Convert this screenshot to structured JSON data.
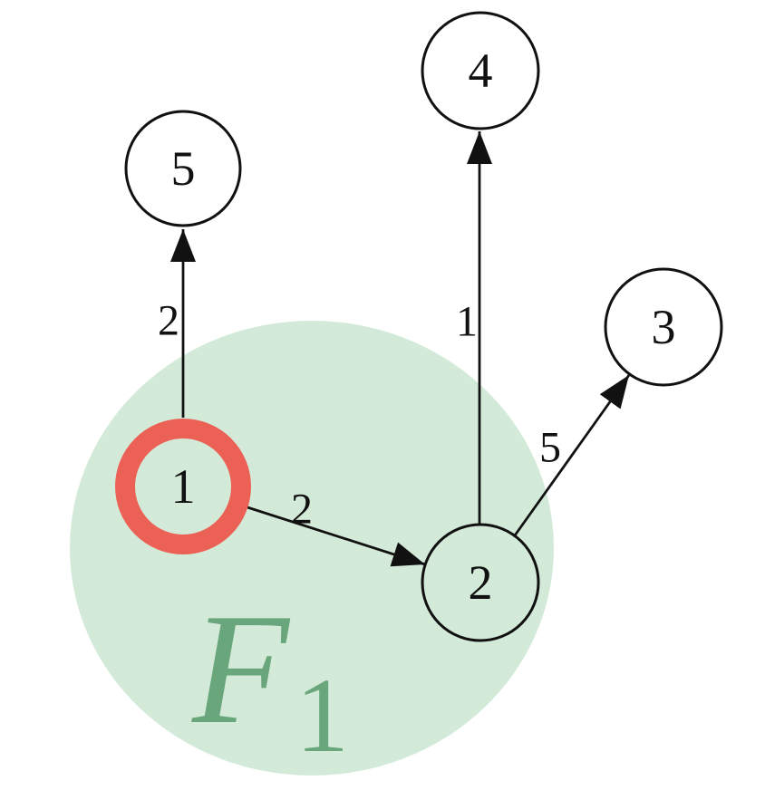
{
  "figure": {
    "type": "directed-weighted-graph",
    "region": {
      "label": "F",
      "subscript": "1",
      "fill": "#d3ead9",
      "text_color": "#69a67b",
      "member_nodes": [
        "1",
        "2"
      ]
    },
    "highlight": {
      "node_id": "1",
      "color": "#ec6156"
    },
    "ink_color": "#111111",
    "nodes": [
      {
        "id": "1",
        "label": "1"
      },
      {
        "id": "2",
        "label": "2"
      },
      {
        "id": "3",
        "label": "3"
      },
      {
        "id": "4",
        "label": "4"
      },
      {
        "id": "5",
        "label": "5"
      }
    ],
    "edges": [
      {
        "from": "1",
        "to": "5",
        "weight": "2"
      },
      {
        "from": "1",
        "to": "2",
        "weight": "2"
      },
      {
        "from": "2",
        "to": "4",
        "weight": "1"
      },
      {
        "from": "2",
        "to": "3",
        "weight": "5"
      }
    ]
  }
}
